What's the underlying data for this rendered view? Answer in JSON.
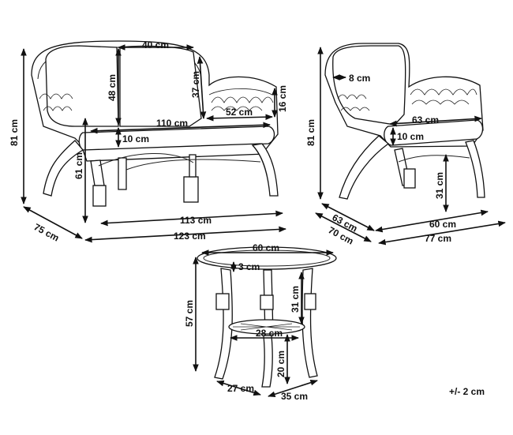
{
  "sofa": {
    "width_cushion_top": "40 cm",
    "cushion_height": "48 cm",
    "back_height": "37 cm",
    "armrest_depth": "52 cm",
    "armrest_height": "16 cm",
    "seat_width": "110 cm",
    "seat_cushion": "10 cm",
    "total_height": "81 cm",
    "seat_height": "61 cm",
    "leg_span": "113 cm",
    "total_width": "123 cm",
    "depth": "75 cm"
  },
  "chair": {
    "back_cushion": "8 cm",
    "seat_width": "63 cm",
    "seat_cushion": "10 cm",
    "total_height": "81 cm",
    "seat_height": "31 cm",
    "depth_seat": "63 cm",
    "depth_total": "70 cm",
    "leg_span": "60 cm",
    "total_width": "77 cm"
  },
  "table": {
    "top_diameter": "60 cm",
    "top_thickness": "3 cm",
    "total_height": "57 cm",
    "upper_height": "31 cm",
    "shelf_diameter": "28 cm",
    "lower_height": "20 cm",
    "depth_leg": "27 cm",
    "width_leg": "35 cm"
  },
  "tolerance": "+/- 2 cm",
  "colors": {
    "line": "#111111",
    "background": "#ffffff"
  }
}
